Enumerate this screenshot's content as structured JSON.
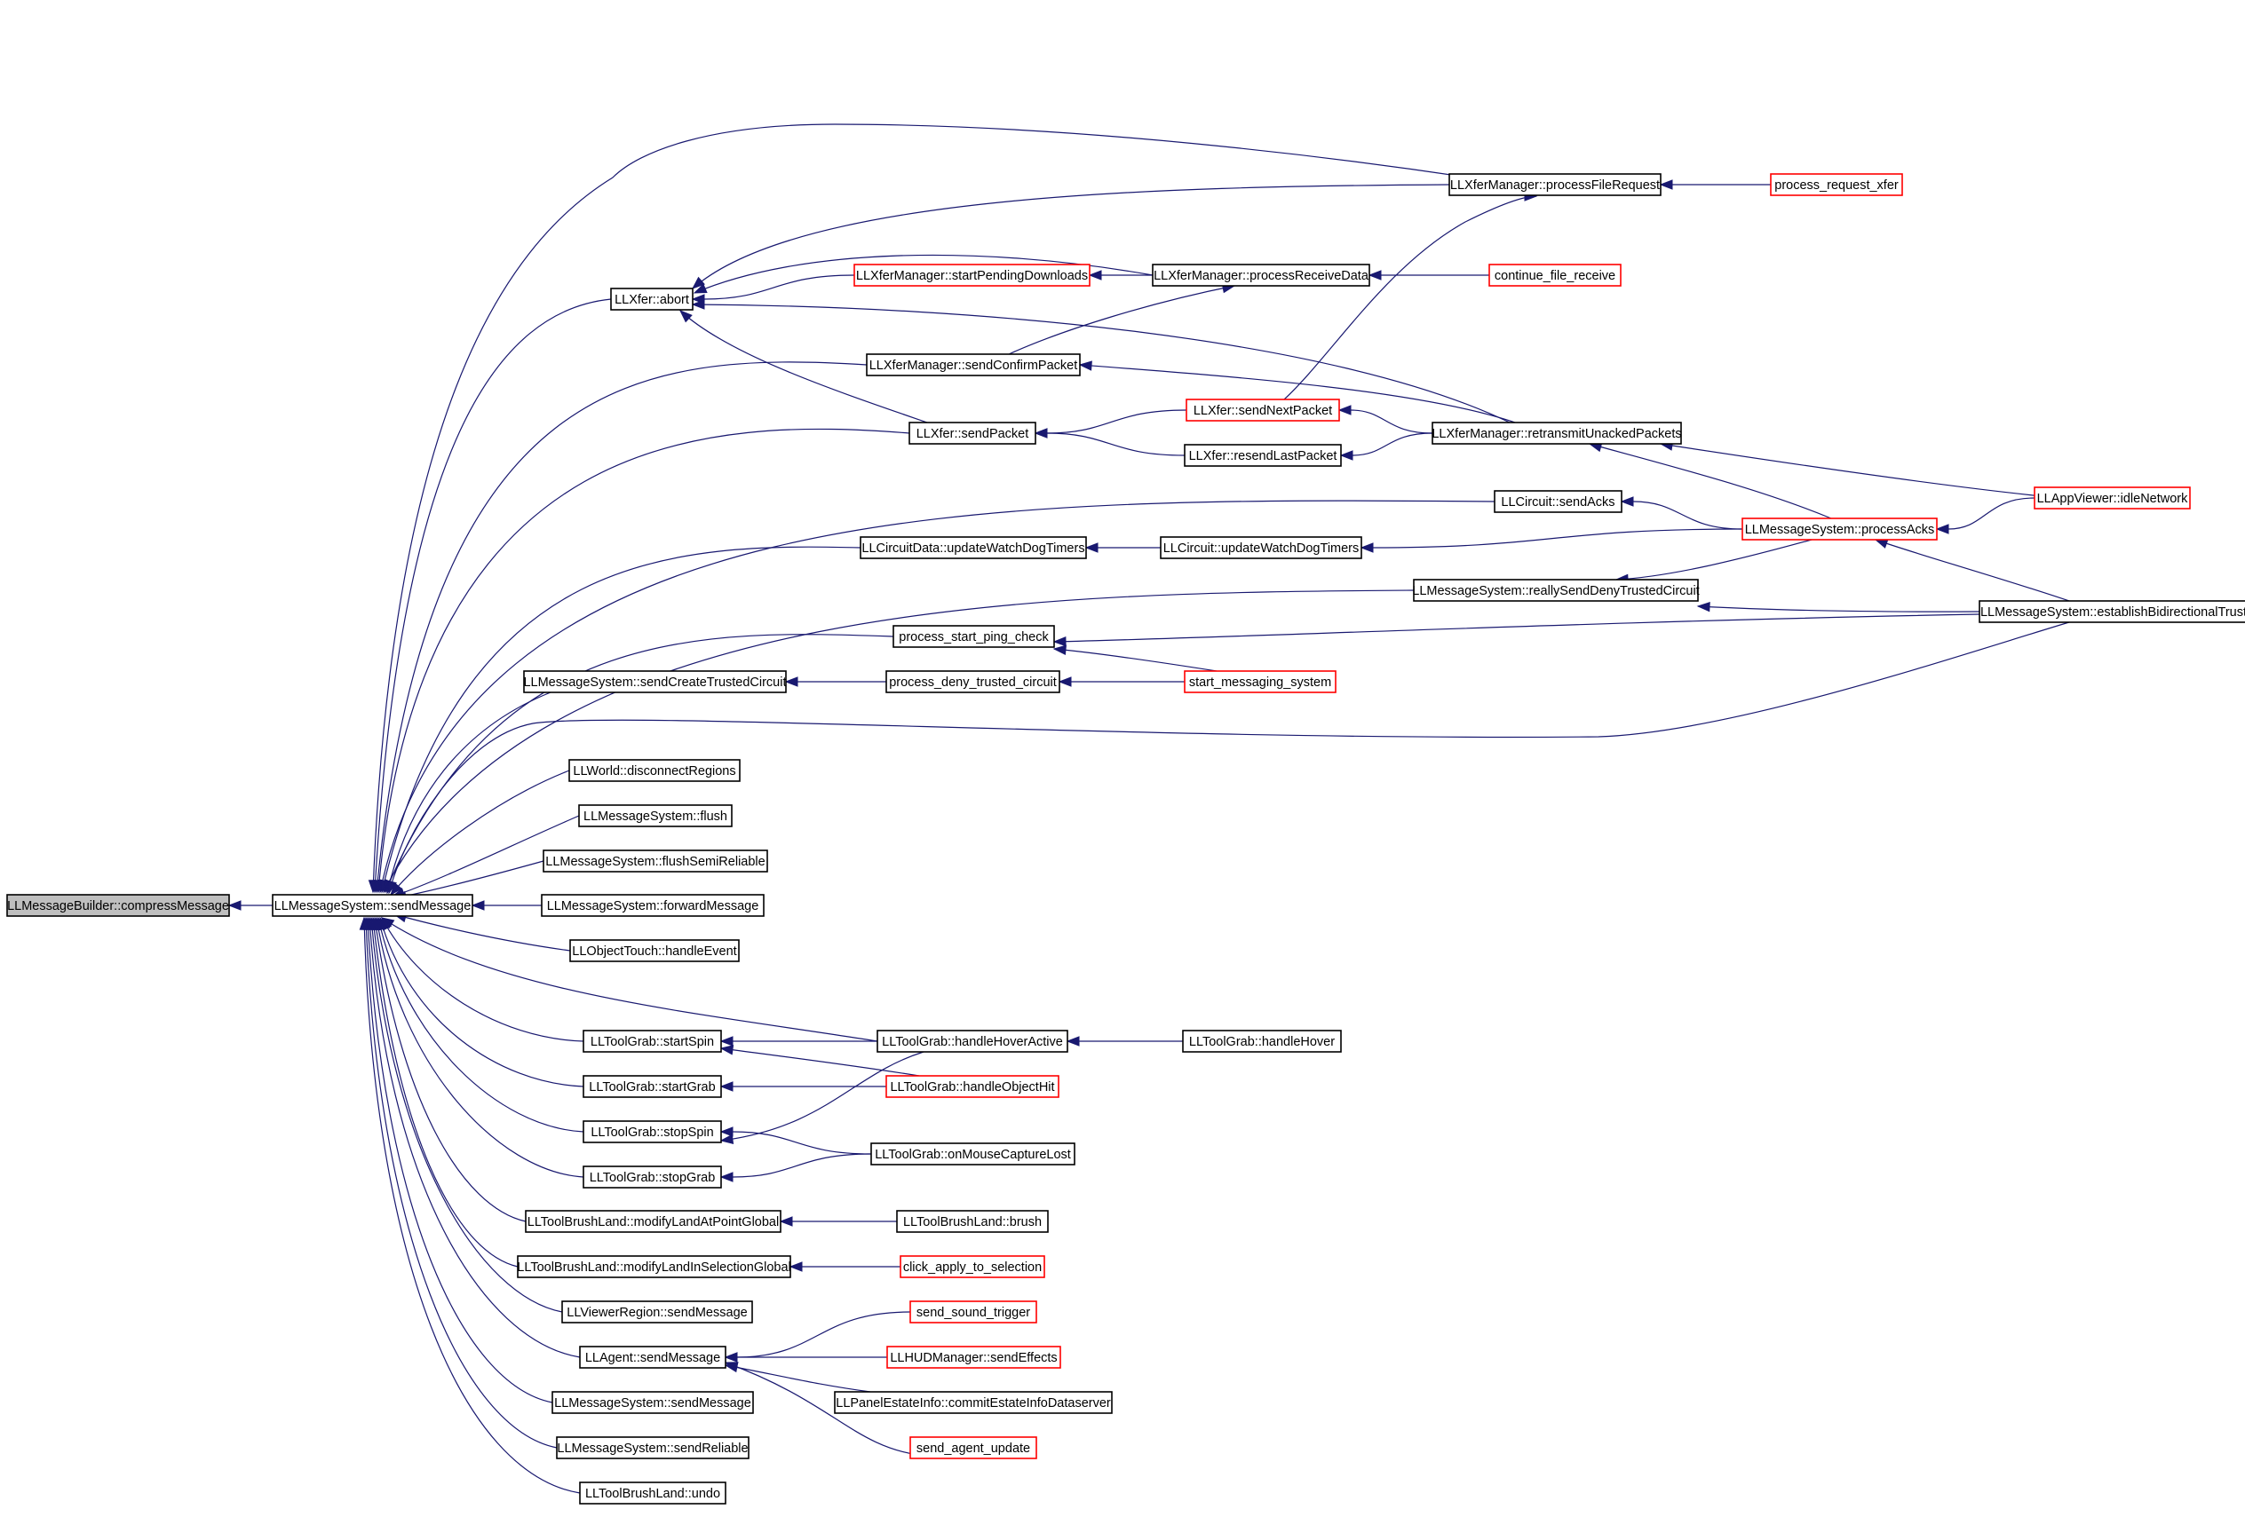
{
  "colors": {
    "edge": "#191970",
    "node_border": "#000000",
    "truncated_border": "#ff0000",
    "root_fill": "#bfbfbf"
  },
  "nodes": {
    "root": "LLMessageBuilder::compressMessage",
    "sendmsg": "LLMessageSystem::sendMessage",
    "abort": "LLXfer::abort",
    "pfr": "LLXferManager::processFileRequest",
    "prx": "process_request_xfer",
    "spd": "LLXferManager::startPendingDownloads",
    "prd": "LLXferManager::processReceiveData",
    "cfr": "continue_file_receive",
    "scp": "LLXferManager::sendConfirmPacket",
    "snp": "LLXfer::sendNextPacket",
    "sp": "LLXfer::sendPacket",
    "rup": "LLXferManager::retransmitUnackedPackets",
    "rlp": "LLXfer::resendLastPacket",
    "sacks": "LLCircuit::sendAcks",
    "idle": "LLAppViewer::idleNetwork",
    "packs": "LLMessageSystem::processAcks",
    "cduwt": "LLCircuitData::updateWatchDogTimers",
    "cuwt": "LLCircuit::updateWatchDogTimers",
    "rsdtc": "LLMessageSystem::reallySendDenyTrustedCircuit",
    "ebt": "LLMessageSystem::establishBidirectionalTrust",
    "pspc": "process_start_ping_check",
    "sctc": "LLMessageSystem::sendCreateTrustedCircuit",
    "pdtc": "process_deny_trusted_circuit",
    "sms": "start_messaging_system",
    "wdr": "LLWorld::disconnectRegions",
    "flush": "LLMessageSystem::flush",
    "fsr": "LLMessageSystem::flushSemiReliable",
    "fwd": "LLMessageSystem::forwardMessage",
    "oth": "LLObjectTouch::handleEvent",
    "tgss": "LLToolGrab::startSpin",
    "tghha": "LLToolGrab::handleHoverActive",
    "tghh": "LLToolGrab::handleHover",
    "tgsg": "LLToolGrab::startGrab",
    "tgho": "LLToolGrab::handleObjectHit",
    "tgsts": "LLToolGrab::stopSpin",
    "tgomcl": "LLToolGrab::onMouseCaptureLost",
    "tgstg": "LLToolGrab::stopGrab",
    "tblmlp": "LLToolBrushLand::modifyLandAtPointGlobal",
    "tblb": "LLToolBrushLand::brush",
    "tblmls": "LLToolBrushLand::modifyLandInSelectionGlobal",
    "cats": "click_apply_to_selection",
    "vrsm": "LLViewerRegion::sendMessage",
    "sst": "send_sound_trigger",
    "asm": "LLAgent::sendMessage",
    "hudse": "LLHUDManager::sendEffects",
    "msgsm": "LLMessageSystem::sendMessage",
    "peicd": "LLPanelEstateInfo::commitEstateInfoDataserver",
    "msgsr": "LLMessageSystem::sendReliable",
    "sau": "send_agent_update",
    "tblu": "LLToolBrushLand::undo"
  },
  "edges": [
    [
      "sendmsg",
      "root"
    ],
    [
      "abort",
      "sendmsg"
    ],
    [
      "pfr",
      "sendmsg"
    ],
    [
      "scp",
      "sendmsg"
    ],
    [
      "sp",
      "sendmsg"
    ],
    [
      "sacks",
      "sendmsg"
    ],
    [
      "cduwt",
      "sendmsg"
    ],
    [
      "rsdtc",
      "sendmsg"
    ],
    [
      "pspc",
      "sendmsg"
    ],
    [
      "sctc",
      "sendmsg"
    ],
    [
      "ebt",
      "sendmsg"
    ],
    [
      "wdr",
      "sendmsg"
    ],
    [
      "flush",
      "sendmsg"
    ],
    [
      "fsr",
      "sendmsg"
    ],
    [
      "fwd",
      "sendmsg"
    ],
    [
      "oth",
      "sendmsg"
    ],
    [
      "tghha",
      "sendmsg"
    ],
    [
      "tgss",
      "sendmsg"
    ],
    [
      "tgsg",
      "sendmsg"
    ],
    [
      "tgsts",
      "sendmsg"
    ],
    [
      "tgstg",
      "sendmsg"
    ],
    [
      "tblmlp",
      "sendmsg"
    ],
    [
      "tblmls",
      "sendmsg"
    ],
    [
      "vrsm",
      "sendmsg"
    ],
    [
      "asm",
      "sendmsg"
    ],
    [
      "msgsm",
      "sendmsg"
    ],
    [
      "msgsr",
      "sendmsg"
    ],
    [
      "tblu",
      "sendmsg"
    ],
    [
      "pfr",
      "abort"
    ],
    [
      "prd",
      "abort"
    ],
    [
      "spd",
      "abort"
    ],
    [
      "rup",
      "abort"
    ],
    [
      "sp",
      "abort"
    ],
    [
      "prx",
      "pfr"
    ],
    [
      "snp",
      "pfr"
    ],
    [
      "prd",
      "spd"
    ],
    [
      "cfr",
      "prd"
    ],
    [
      "scp",
      "prd"
    ],
    [
      "rup",
      "scp"
    ],
    [
      "snp",
      "sp"
    ],
    [
      "rlp",
      "sp"
    ],
    [
      "rup",
      "snp"
    ],
    [
      "rup",
      "rlp"
    ],
    [
      "idle",
      "rup"
    ],
    [
      "packs",
      "rup"
    ],
    [
      "packs",
      "sacks"
    ],
    [
      "idle",
      "packs"
    ],
    [
      "ebt",
      "packs"
    ],
    [
      "packs",
      "rsdtc"
    ],
    [
      "cuwt",
      "cduwt"
    ],
    [
      "packs",
      "cuwt"
    ],
    [
      "ebt",
      "rsdtc"
    ],
    [
      "ebt",
      "pspc"
    ],
    [
      "sms",
      "pspc"
    ],
    [
      "pdtc",
      "sctc"
    ],
    [
      "sms",
      "pdtc"
    ],
    [
      "tghh",
      "tghha"
    ],
    [
      "tghha",
      "tgss"
    ],
    [
      "tgho",
      "tgss"
    ],
    [
      "tgho",
      "tgsg"
    ],
    [
      "tghha",
      "tgsts"
    ],
    [
      "tgomcl",
      "tgsts"
    ],
    [
      "tgomcl",
      "tgstg"
    ],
    [
      "tblb",
      "tblmlp"
    ],
    [
      "cats",
      "tblmls"
    ],
    [
      "sst",
      "asm"
    ],
    [
      "hudse",
      "asm"
    ],
    [
      "peicd",
      "asm"
    ],
    [
      "sau",
      "asm"
    ]
  ]
}
